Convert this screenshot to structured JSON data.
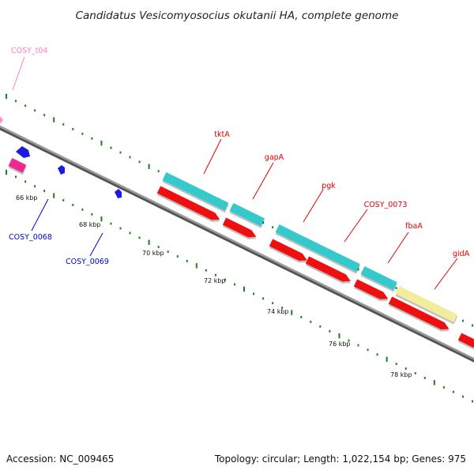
{
  "title": "Candidatus Vesicomyosocius okutanii HA, complete genome",
  "footer": {
    "accession": "Accession: NC_009465",
    "summary": "Topology: circular; Length: 1,022,154 bp; Genes: 975"
  },
  "colors": {
    "background": "#ffffff",
    "backbone": "#8c8c8c",
    "tick": "#1e7d1e",
    "forward_cds": "#35c9cc",
    "reverse_cds": "#ee1010",
    "rrna_yellow": "#f2ed9c",
    "trna_pink": "#ff8fc8",
    "magenta_gene": "#ee2a92",
    "blue_gene": "#1a1ae0",
    "label_red": "#e00000",
    "label_blue": "#0000cc",
    "label_pink": "#ff80c0"
  },
  "kbp_labels": [
    "66 kbp",
    "68 kbp",
    "70 kbp",
    "72 kbp",
    "74 kbp",
    "76 kbp",
    "78 kbp"
  ],
  "gene_labels": [
    {
      "text": "COSY_t04",
      "color": "label_pink"
    },
    {
      "text": "COSY_0068",
      "color": "label_blue"
    },
    {
      "text": "COSY_0069",
      "color": "label_blue"
    },
    {
      "text": "tktA",
      "color": "label_red"
    },
    {
      "text": "gapA",
      "color": "label_red"
    },
    {
      "text": "pgk",
      "color": "label_red"
    },
    {
      "text": "COSY_0073",
      "color": "label_red"
    },
    {
      "text": "fbaA",
      "color": "label_red"
    },
    {
      "text": "gidA",
      "color": "label_red"
    }
  ]
}
